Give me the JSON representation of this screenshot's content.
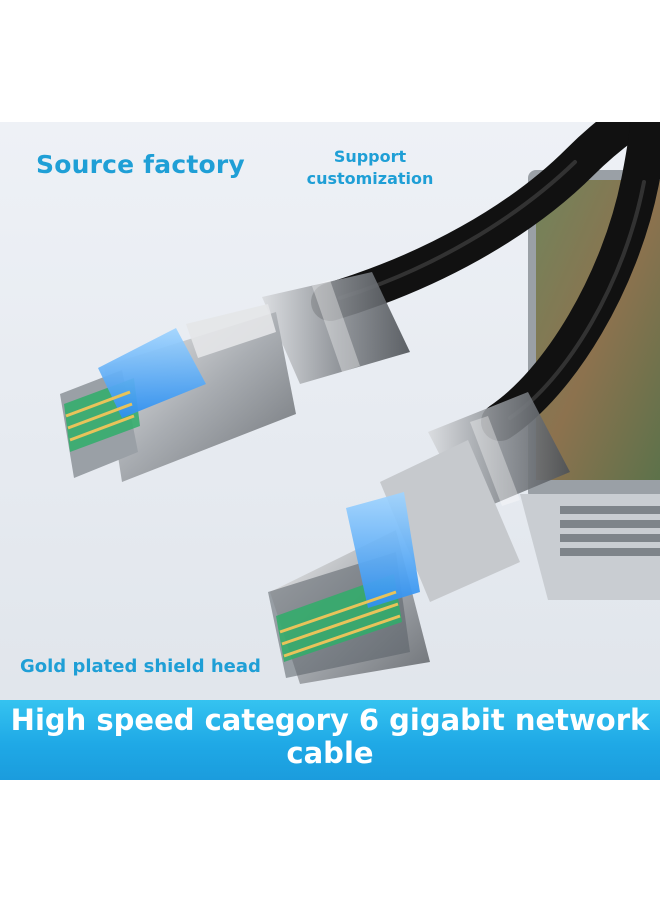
{
  "product": {
    "headline": "Source factory",
    "subhead": "Support customization",
    "feature_label": "Gold plated shield head",
    "banner": "High speed category 6 gigabit network cable"
  },
  "colors": {
    "accent_text": "#1f9fd6",
    "banner": "#1fa9e6",
    "banner_text": "#ffffff",
    "cable": "#111111",
    "connector_tab": "#3b9df0"
  }
}
